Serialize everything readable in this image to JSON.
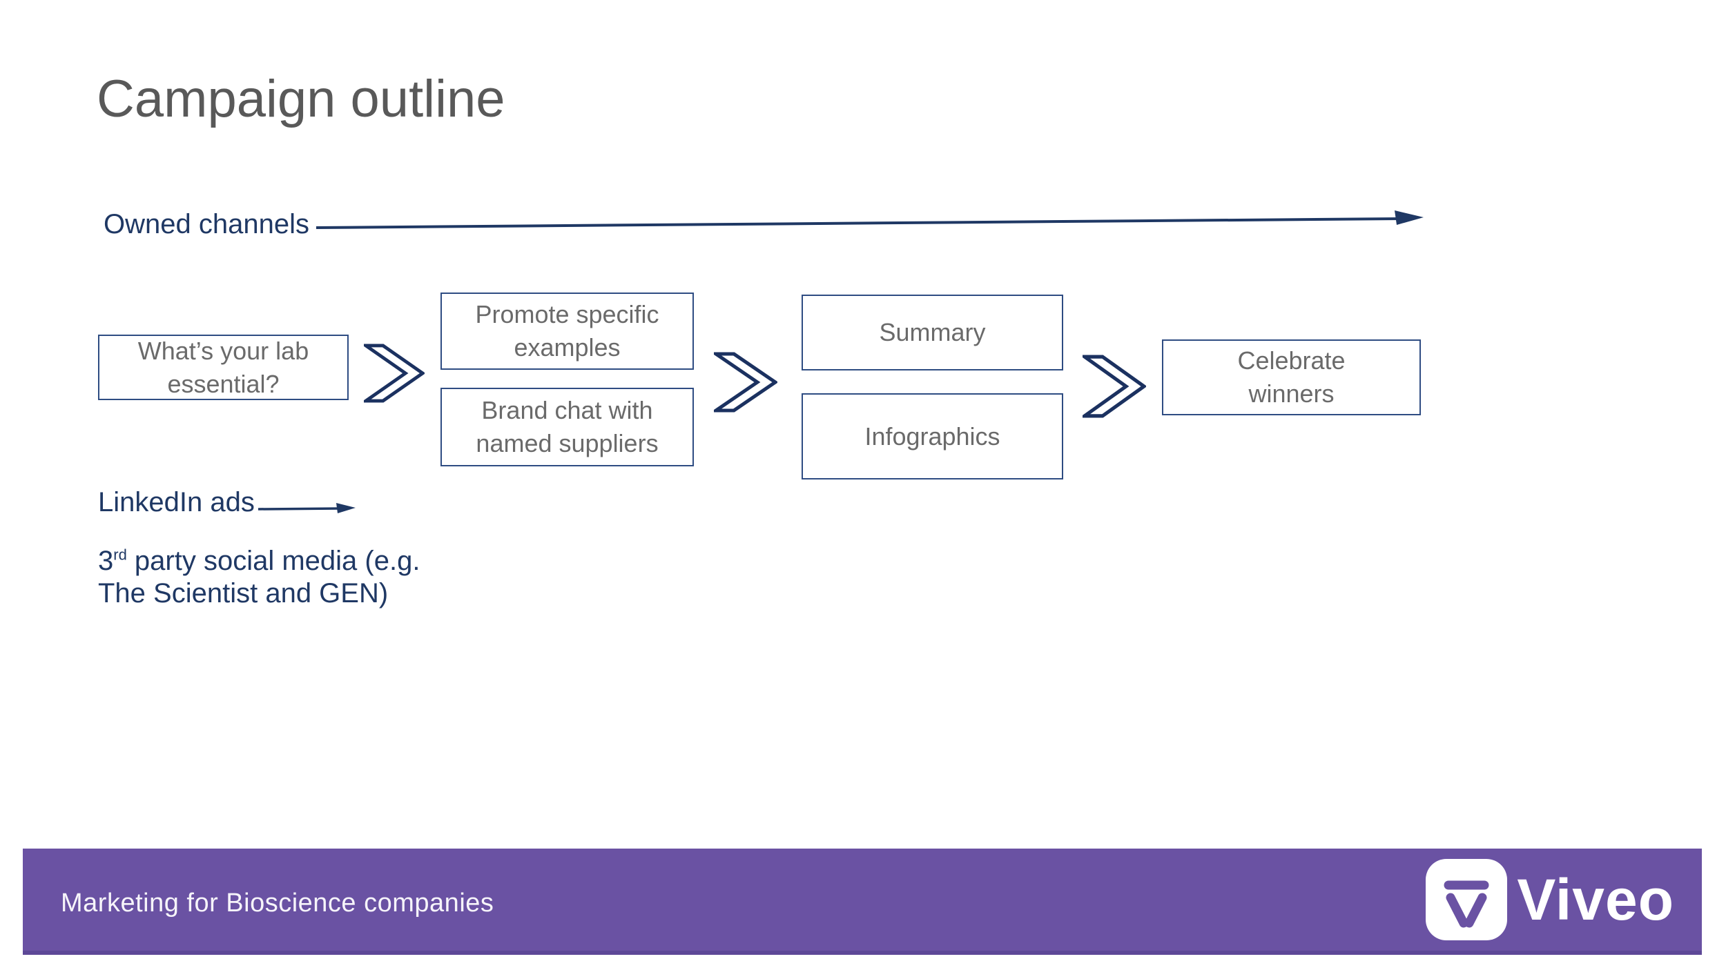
{
  "slide": {
    "title": "Campaign outline",
    "footer": {
      "text": "Marketing for Bioscience companies",
      "brand": "Viveo"
    }
  },
  "channel_labels": {
    "owned": "Owned channels",
    "linkedin": "LinkedIn ads",
    "third_party": {
      "number": "3",
      "ordinal": "rd",
      "line1": " party social media (e.g.",
      "line2": "The Scientist and GEN)"
    }
  },
  "flow_boxes": [
    {
      "id": "stage-1",
      "label": "What’s your lab essential?"
    },
    {
      "id": "stage-2a",
      "label": "Promote specific examples"
    },
    {
      "id": "stage-2b",
      "label": "Brand chat with named suppliers"
    },
    {
      "id": "stage-3a",
      "label": "Summary"
    },
    {
      "id": "stage-3b",
      "label": "Infographics"
    },
    {
      "id": "stage-4",
      "label": "Celebrate winners"
    }
  ],
  "icons": {
    "chevron": "chevron-arrow-icon",
    "owned_arrow": "right-arrow-icon",
    "linkedin_arrow": "right-arrow-icon",
    "brand_mark": "viveo-triangle-icon"
  },
  "colors": {
    "title_gray": "#595959",
    "box_text_gray": "#6a6a6a",
    "navy": "#1f3864",
    "box_border": "#2e4c82",
    "footer_purple": "#6a52a3",
    "footer_purple_dark": "#5d4897"
  }
}
